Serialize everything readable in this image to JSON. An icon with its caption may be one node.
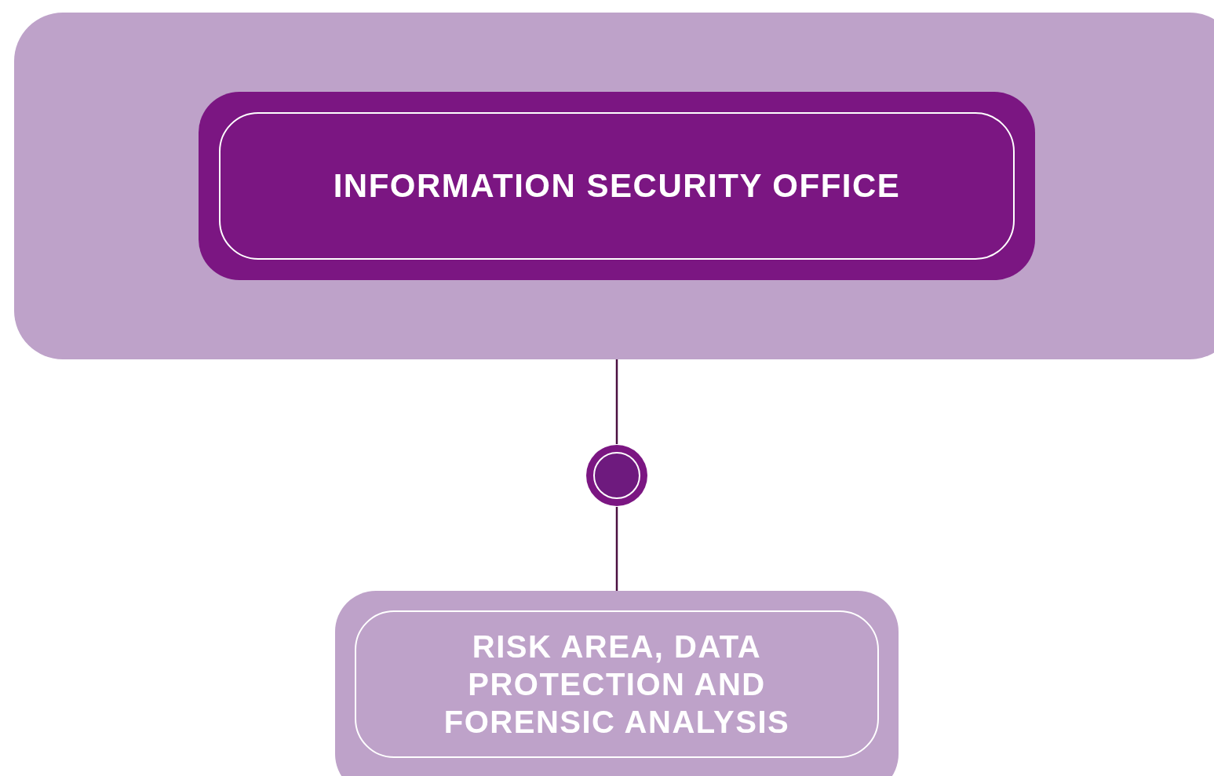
{
  "diagram": {
    "nodes": [
      {
        "text": [],
        "shape": "box"
      },
      {
        "text": [
          "INFORMATION SECURITY OFFICE"
        ],
        "in": 0
      },
      {
        "text": [],
        "shape": "circle"
      },
      {
        "text": [
          "RISK AREA, DATA PROTECTION AND FORENSIC ANALYSIS"
        ]
      }
    ],
    "edges": [
      {
        "from": 0,
        "to": 2,
        "arrow": "none"
      },
      {
        "from": 2,
        "to": 3,
        "arrow": "none"
      }
    ]
  }
}
